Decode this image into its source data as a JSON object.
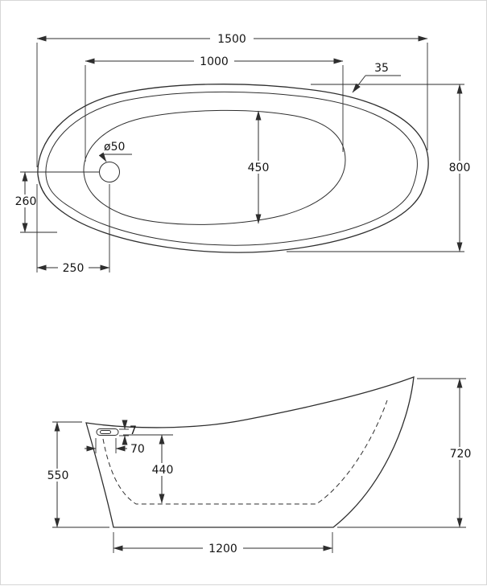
{
  "drawing": {
    "top_view": {
      "overall_length": "1500",
      "inner_length": "1000",
      "rim_thickness": "35",
      "overall_width": "800",
      "inner_basin_width": "450",
      "drain_diameter": "ø50",
      "drain_offset_from_edge": "260",
      "drain_offset_from_left": "250"
    },
    "side_view": {
      "front_rim_height": "550",
      "overflow_slot_thickness": "7",
      "overflow_offset": "70",
      "inner_depth": "440",
      "back_rim_height": "720",
      "base_length": "1200"
    }
  }
}
